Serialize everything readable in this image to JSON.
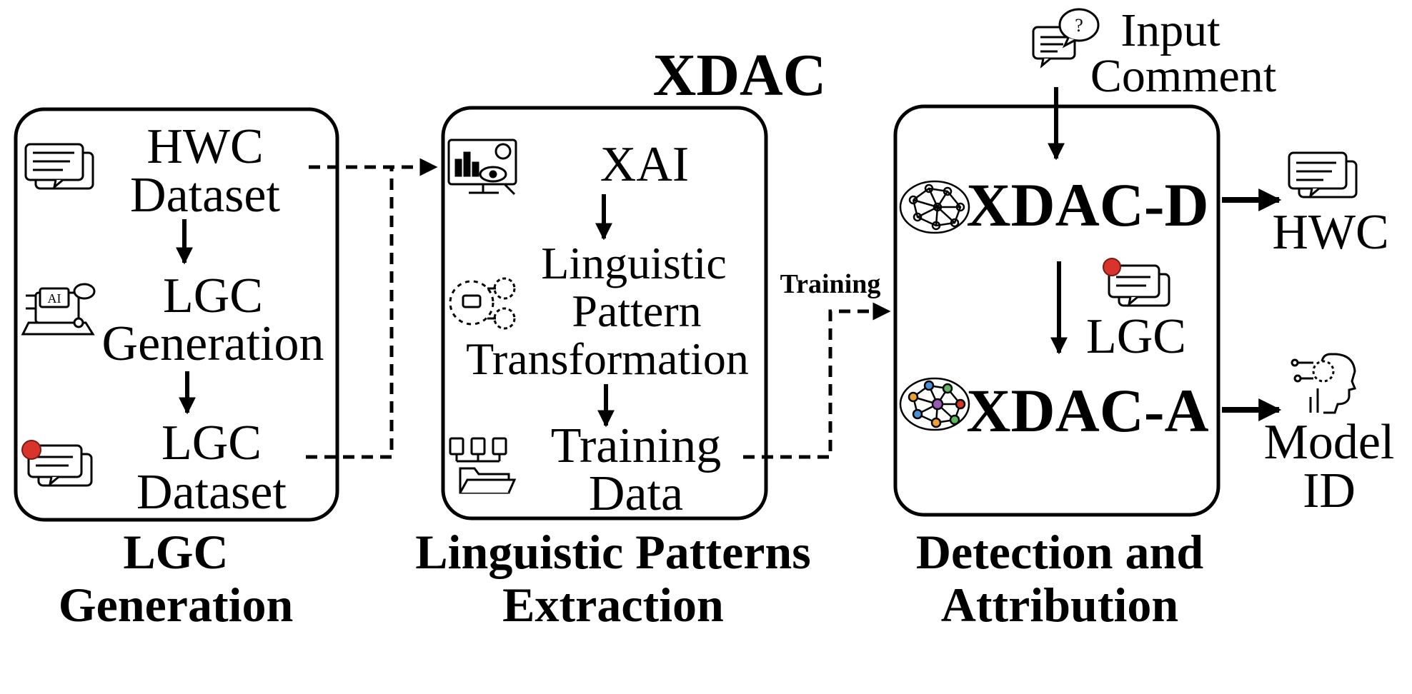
{
  "header": {
    "title": "XDAC",
    "input_line1": "Input",
    "input_line2": "Comment"
  },
  "stage1": {
    "hwc_line1": "HWC",
    "hwc_line2": "Dataset",
    "gen_line1": "LGC",
    "gen_line2": "Generation",
    "lgcds_line1": "LGC",
    "lgcds_line2": "Dataset",
    "caption_line1": "LGC",
    "caption_line2": "Generation"
  },
  "stage2": {
    "xai": "XAI",
    "lpt_line1": "Linguistic",
    "lpt_line2": "Pattern",
    "lpt_line3": "Transformation",
    "td_line1": "Training",
    "td_line2": "Data",
    "caption_line1": "Linguistic Patterns",
    "caption_line2": "Extraction"
  },
  "edge_label": "Training",
  "stage3": {
    "detector": "XDAC-D",
    "lgc": "LGC",
    "attributor": "XDAC-A",
    "caption_line1": "Detection and",
    "caption_line2": "Attribution"
  },
  "outputs": {
    "hwc": "HWC",
    "model_line1": "Model",
    "model_line2": "ID"
  },
  "colors": {
    "ink": "#000000",
    "brain_red": "#d9342b",
    "node_orange": "#f0a032",
    "node_blue": "#4a90d9",
    "node_green": "#5cb85c",
    "node_purple": "#9b59b6"
  }
}
